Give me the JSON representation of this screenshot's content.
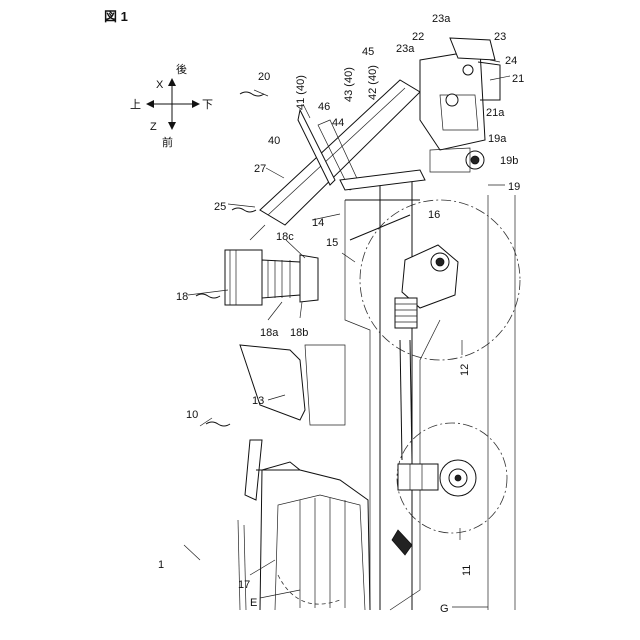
{
  "figure_title": "図 1",
  "direction_labels": {
    "up": "上",
    "rear": "後",
    "down": "下",
    "front": "前",
    "x": "X",
    "z": "Z"
  },
  "reference_labels": [
    {
      "id": "1",
      "text": "1"
    },
    {
      "id": "10",
      "text": "10"
    },
    {
      "id": "11",
      "text": "11"
    },
    {
      "id": "12",
      "text": "12"
    },
    {
      "id": "13",
      "text": "13"
    },
    {
      "id": "14",
      "text": "14"
    },
    {
      "id": "15",
      "text": "15"
    },
    {
      "id": "16",
      "text": "16"
    },
    {
      "id": "17",
      "text": "17"
    },
    {
      "id": "18",
      "text": "18"
    },
    {
      "id": "18a",
      "text": "18a"
    },
    {
      "id": "18b",
      "text": "18b"
    },
    {
      "id": "18c",
      "text": "18c"
    },
    {
      "id": "19",
      "text": "19"
    },
    {
      "id": "19a",
      "text": "19a"
    },
    {
      "id": "19b",
      "text": "19b"
    },
    {
      "id": "20",
      "text": "20"
    },
    {
      "id": "21",
      "text": "21"
    },
    {
      "id": "21a",
      "text": "21a"
    },
    {
      "id": "22",
      "text": "22"
    },
    {
      "id": "23",
      "text": "23"
    },
    {
      "id": "23a_top",
      "text": "23a"
    },
    {
      "id": "23a_mid",
      "text": "23a"
    },
    {
      "id": "24",
      "text": "24"
    },
    {
      "id": "25",
      "text": "25"
    },
    {
      "id": "27",
      "text": "27"
    },
    {
      "id": "40",
      "text": "40"
    },
    {
      "id": "41",
      "text": "41 (40)"
    },
    {
      "id": "42",
      "text": "42 (40)"
    },
    {
      "id": "43",
      "text": "43 (40)"
    },
    {
      "id": "44",
      "text": "44"
    },
    {
      "id": "45",
      "text": "45"
    },
    {
      "id": "46",
      "text": "46"
    },
    {
      "id": "E",
      "text": "E"
    },
    {
      "id": "G",
      "text": "G"
    }
  ]
}
